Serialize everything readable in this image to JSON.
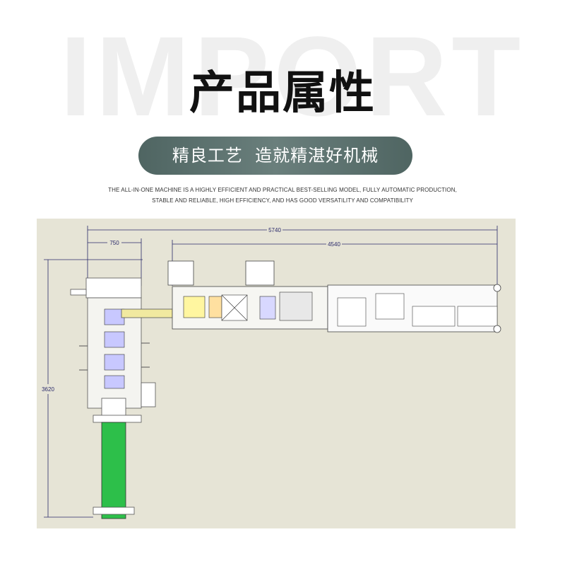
{
  "background_word": "IMPORT",
  "title": "产品属性",
  "subtitle": "精良工艺  造就精湛好机械",
  "description": {
    "line1": "THE ALL-IN-ONE MACHINE IS A HIGHLY EFFICIENT AND PRACTICAL BEST-SELLING MODEL, FULLY AUTOMATIC PRODUCTION,",
    "line2": "STABLE AND RELIABLE, HIGH EFFICIENCY, AND HAS GOOD VERSATILITY AND COMPATIBILITY"
  },
  "drawing": {
    "dimensions": {
      "total_length": "5740",
      "feeder_width": "750",
      "line_length": "4540",
      "total_height": "3620"
    }
  },
  "colors": {
    "pill": "#5d7370",
    "panel_background": "#e6e4d6",
    "conveyor_green": "#2dbf4a",
    "dimension_lines": "#2a2a6a"
  }
}
